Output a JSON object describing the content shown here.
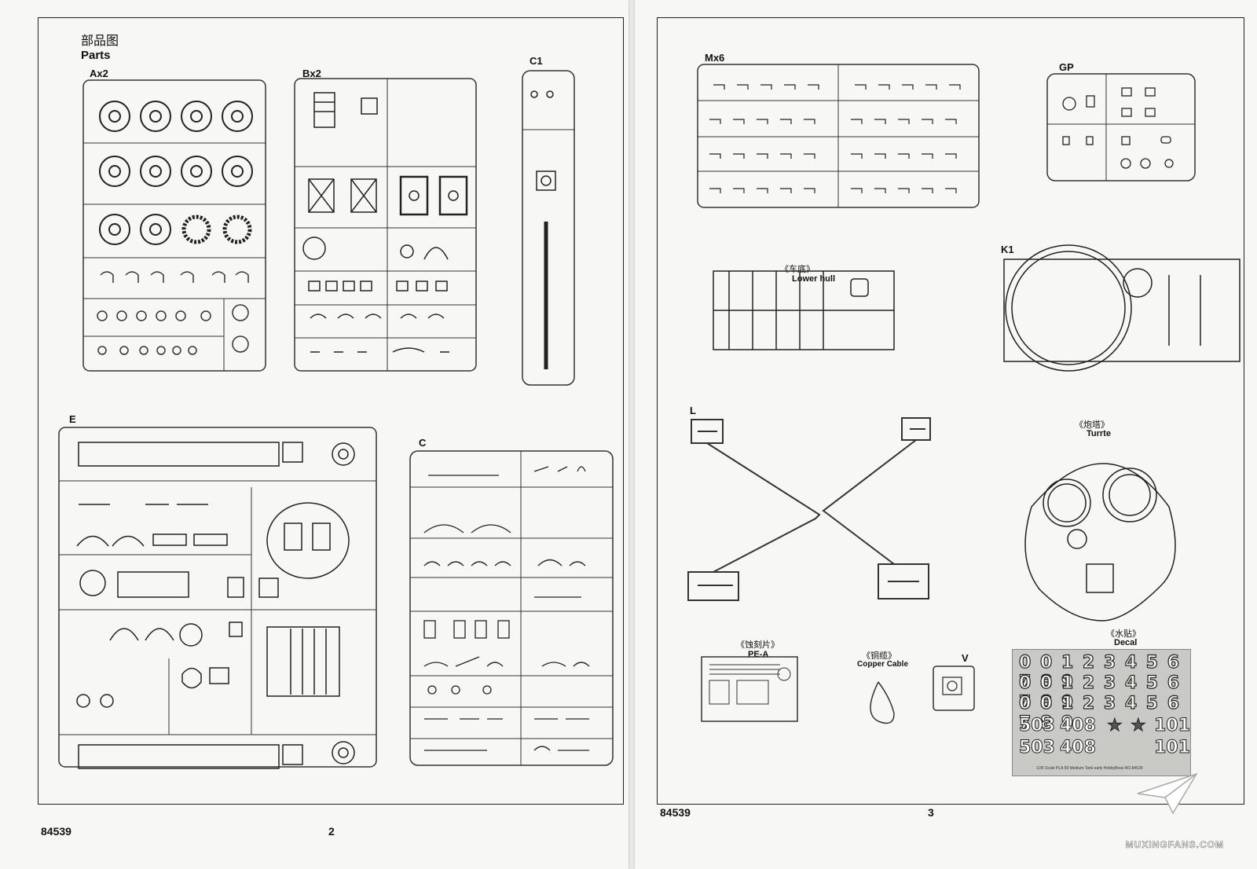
{
  "left_page": {
    "heading_cn": "部品图",
    "heading_en": "Parts",
    "sprue_labels": {
      "a": "Ax2",
      "b": "Bx2",
      "c1": "C1",
      "e": "E",
      "c": "C"
    },
    "kit_number": "84539",
    "page_number": "2"
  },
  "right_page": {
    "sprue_labels": {
      "m": "Mx6",
      "gp": "GP",
      "k1": "K1",
      "l": "L",
      "v": "V"
    },
    "lower_hull": {
      "cn": "《车底》",
      "en": "Lower hull"
    },
    "turret": {
      "cn": "《炮塔》",
      "en": "Turrte"
    },
    "pe": {
      "cn": "《蚀刻片》",
      "en": "PE-A"
    },
    "copper": {
      "cn": "《铜缆》",
      "en": "Copper Cable"
    },
    "decal": {
      "cn": "《水贴》",
      "en": "Decal",
      "digit_rows": [
        "0 0 1 2 3 4 5 6 7 8 9",
        "0 0 1 2 3 4 5 6 7 8 9",
        "0 0 1 2 3 4 5 6 7 8 9"
      ],
      "row4": {
        "a": "503",
        "b": "408",
        "c": "101"
      },
      "row5": {
        "a": "503",
        "b": "408",
        "c": "101"
      },
      "fine_print": "1/35 Scale PLA 59 Medium Tank early HobbyBoss NO.84539"
    },
    "kit_number": "84539",
    "page_number": "3"
  },
  "watermark": "MUXINGFANS.COM"
}
